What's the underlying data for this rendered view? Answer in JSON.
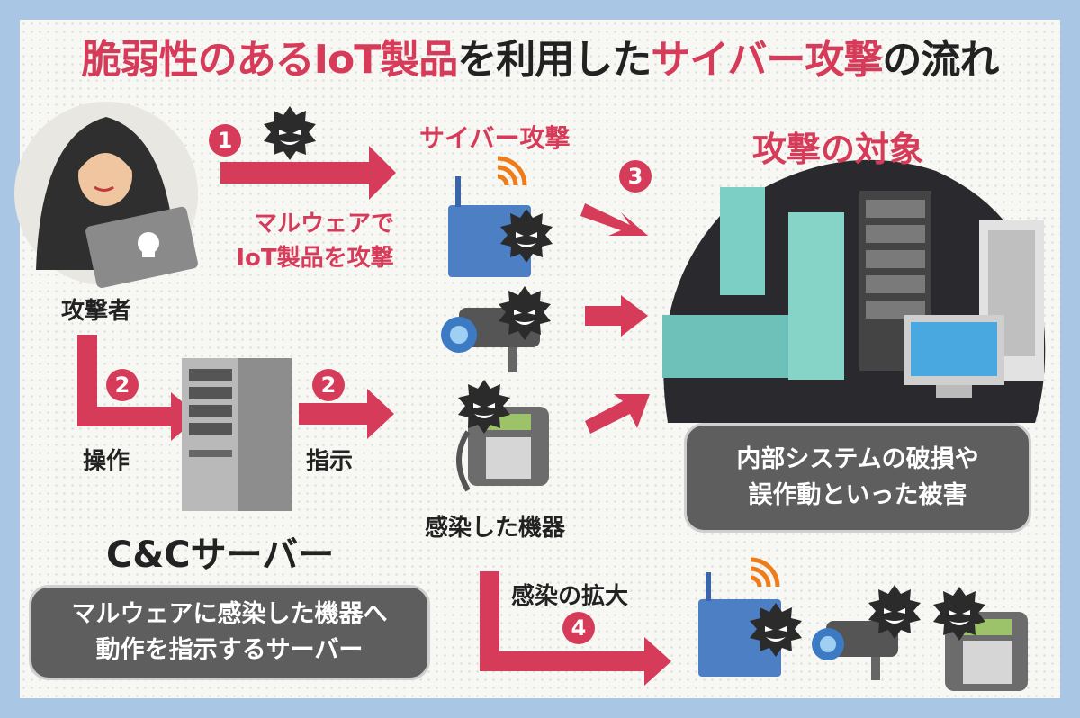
{
  "title": {
    "parts": [
      {
        "text": "脆弱性のある",
        "color": "red"
      },
      {
        "text": "IoT製品",
        "color": "red"
      },
      {
        "text": "を利用した",
        "color": "black"
      },
      {
        "text": "サイバー攻撃",
        "color": "red"
      },
      {
        "text": "の流れ",
        "color": "black"
      }
    ]
  },
  "attacker": {
    "label": "攻撃者",
    "icon": "hooded-hacker-icon"
  },
  "steps": {
    "step1": {
      "number": "1",
      "label_line1": "マルウェアで",
      "label_line2": "IoT製品を攻撃"
    },
    "step2a": {
      "number": "2",
      "label": "操作"
    },
    "step2b": {
      "number": "2",
      "label": "指示"
    },
    "step3": {
      "number": "3"
    },
    "step4": {
      "number": "4",
      "label": "感染の拡大"
    }
  },
  "cyber_attack_label": "サイバー攻撃",
  "infected_devices_label": "感染した機器",
  "cnc": {
    "label": "C&Cサーバー",
    "description_line1": "マルウェアに感染した機器へ",
    "description_line2": "動作を指示するサーバー"
  },
  "target": {
    "title": "攻撃の対象",
    "damage_line1": "内部システムの破損や",
    "damage_line2": "誤作動といった被害"
  },
  "colors": {
    "accent_red": "#d63c59",
    "frame_blue": "#a9c6e4",
    "box_gray": "#5e5e5e",
    "target_dark": "#2a2a2e"
  }
}
